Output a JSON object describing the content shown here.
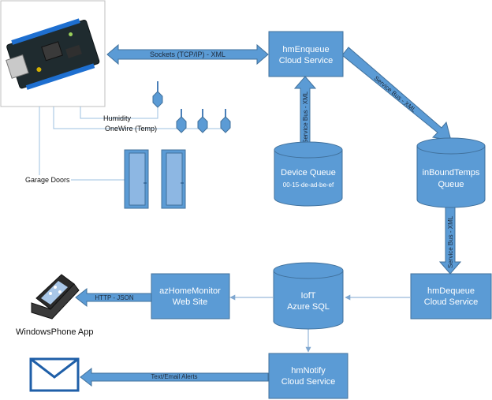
{
  "nodes": {
    "hm_enqueue": {
      "line1": "hmEnqueue",
      "line2": "Cloud Service"
    },
    "device_queue": {
      "line1": "Device Queue",
      "line2": "00-15-de-ad-be-ef"
    },
    "inbound_temps": {
      "line1": "inBoundTemps",
      "line2": "Queue"
    },
    "hm_dequeue": {
      "line1": "hmDequeue",
      "line2": "Cloud Service"
    },
    "iot_sql": {
      "line1": "IofT",
      "line2": "Azure SQL"
    },
    "az_home_monitor": {
      "line1": "azHomeMonitor",
      "line2": "Web Site"
    },
    "hm_notify": {
      "line1": "hmNotify",
      "line2": "Cloud Service"
    }
  },
  "edges": {
    "sockets": "Sockets (TCP/IP) - XML",
    "service_bus_1": "Service Bus - XML",
    "service_bus_2": "Service Bus - XML",
    "service_bus_3": "Service Bus - XML",
    "http_json": "HTTP - JSON",
    "text_email": "Text/Email Alerts"
  },
  "sensors": {
    "humidity": "Humidity",
    "onewire": "OneWire (Temp)",
    "garage": "Garage Doors"
  },
  "phone_label": "WindowsPhone App",
  "colors": {
    "node_fill": "#5b9bd5",
    "node_stroke": "#41719c",
    "line": "#7fa7d0"
  }
}
